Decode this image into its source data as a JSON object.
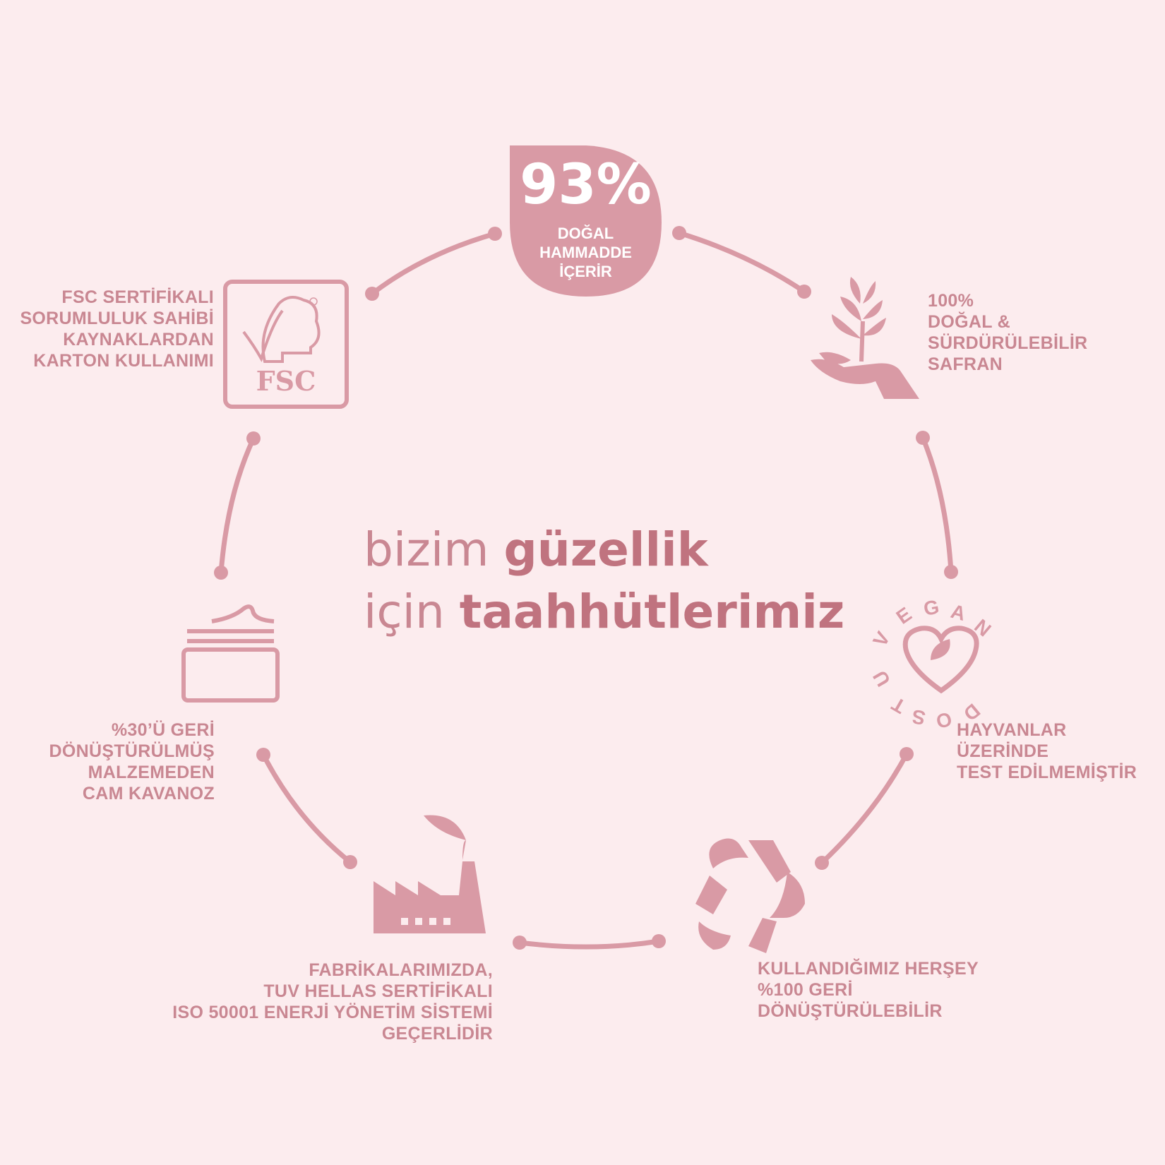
{
  "colors": {
    "background": "#fcecee",
    "accent": "#d99aa5",
    "text": "#c98792",
    "title_bold": "#c0737f"
  },
  "title": {
    "line1_light": "bizim",
    "line1_bold": "güzellik",
    "line2_light": "için",
    "line2_bold": "taahhütlerimiz"
  },
  "badge": {
    "percent": "93%",
    "line1": "DOĞAL",
    "line2": "HAMMADDE",
    "line3": "İÇERİR"
  },
  "fsc_logo_text": "FSC",
  "vegan_badge": {
    "top_text": "VEGAN",
    "bottom_text": "DOSTU"
  },
  "items": {
    "saffron": [
      "100%",
      "DOĞAL &",
      "SÜRDÜRÜLEBİLİR",
      "SAFRAN"
    ],
    "fsc": [
      "FSC SERTİFİKALI",
      "SORUMLULUK SAHİBİ",
      "KAYNAKLARDAN",
      "KARTON KULLANIMI"
    ],
    "vegan": [
      "HAYVANLAR",
      "ÜZERİNDE",
      "TEST EDİLMEMİŞTİR"
    ],
    "jar": [
      "%30’Ü GERİ",
      "DÖNÜŞTÜRÜLMÜŞ",
      "MALZEMEDEN",
      "CAM KAVANOZ"
    ],
    "recycle": [
      "KULLANDIĞIMIZ HERŞEY",
      "%100 GERİ",
      "DÖNÜŞTÜRÜLEBİLİR"
    ],
    "factory": [
      "FABRİKALARIMIZDA,",
      "TUV HELLAS SERTİFİKALI",
      "ISO 50001 ENERJİ YÖNETİM SİSTEMİ",
      "GEÇERLİDİR"
    ]
  },
  "icons": [
    "drop-badge-icon",
    "hand-plant-icon",
    "fsc-logo-icon",
    "vegan-heart-icon",
    "jar-icon",
    "recycle-icon",
    "factory-leaf-icon"
  ]
}
